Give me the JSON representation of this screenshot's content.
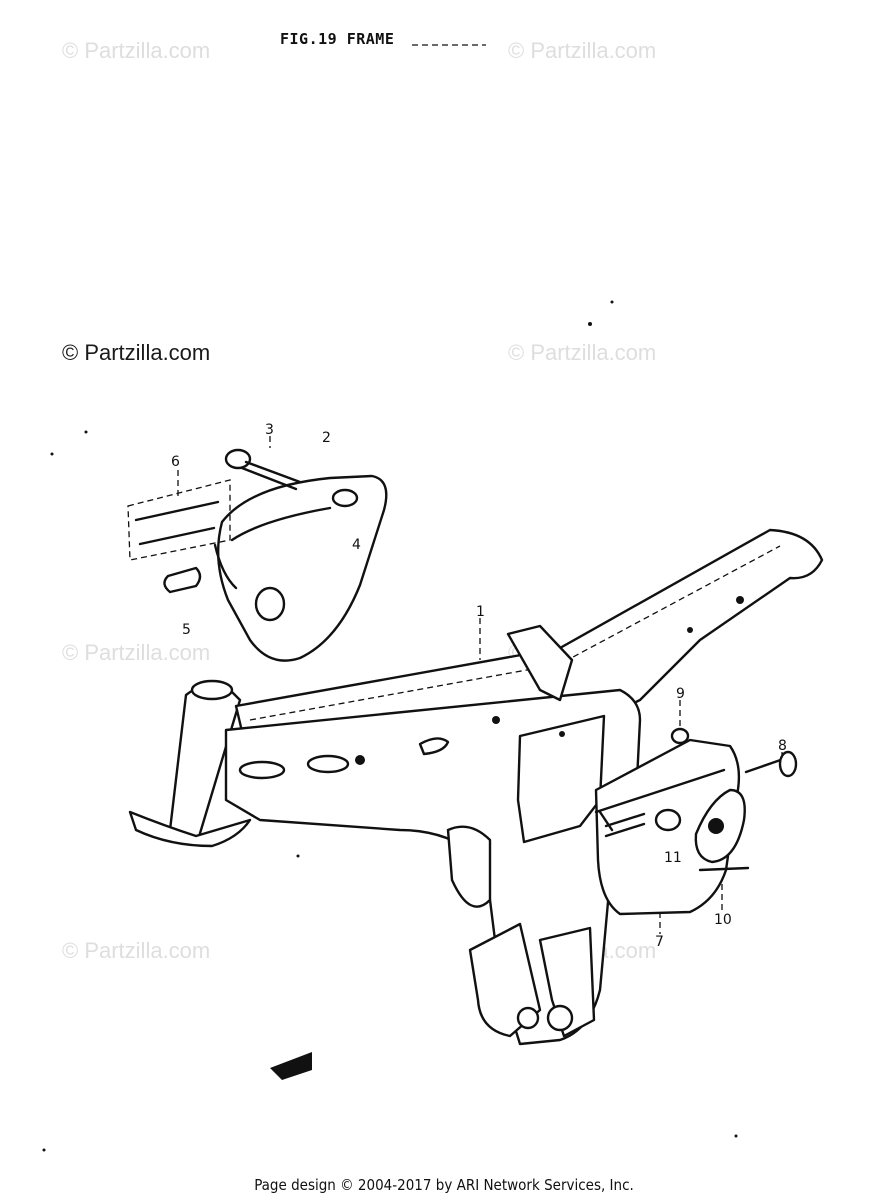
{
  "figure": {
    "title": "FIG.19  FRAME"
  },
  "watermarks": {
    "text": "© Partzilla.com",
    "prominent": "© Partzilla.com"
  },
  "callouts": [
    {
      "id": "c3",
      "label": "3"
    },
    {
      "id": "c2",
      "label": "2"
    },
    {
      "id": "c6",
      "label": "6"
    },
    {
      "id": "c4",
      "label": "4"
    },
    {
      "id": "c5",
      "label": "5"
    },
    {
      "id": "c1",
      "label": "1"
    },
    {
      "id": "c9",
      "label": "9"
    },
    {
      "id": "c8",
      "label": "8"
    },
    {
      "id": "c11",
      "label": "11"
    },
    {
      "id": "c7",
      "label": "7"
    },
    {
      "id": "c10",
      "label": "10"
    }
  ],
  "footer": {
    "text": "Page design © 2004-2017 by ARI Network Services, Inc."
  }
}
